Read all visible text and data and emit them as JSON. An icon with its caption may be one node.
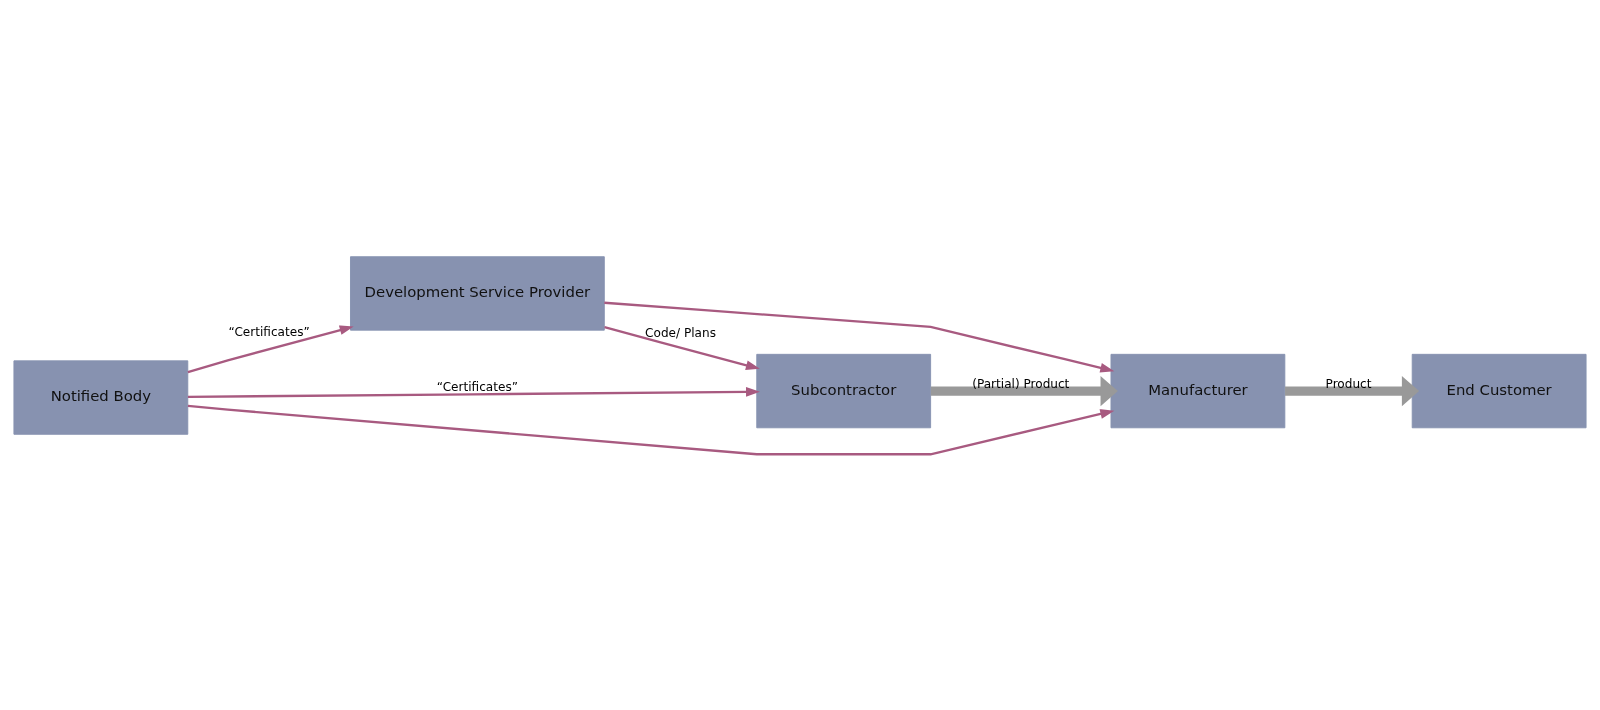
{
  "diagram": {
    "nodes": [
      {
        "text": [
          "Development Service Provider"
        ]
      },
      {
        "text": [
          "Subcontractor"
        ]
      },
      {
        "text": [
          "Manufacturer"
        ]
      },
      {
        "text": [
          "End Customer"
        ]
      },
      {
        "text": [
          "Notified Body"
        ]
      }
    ],
    "edges": [
      {
        "from": 4,
        "to": 0,
        "arrow": "to",
        "label": "“Certificates”"
      },
      {
        "from": 0,
        "to": 1,
        "arrow": "to",
        "label": "Code/ Plans"
      },
      {
        "from": 0,
        "to": 2,
        "arrow": "to"
      },
      {
        "from": 1,
        "to": 2,
        "arrow": "to",
        "label": "(Partial) Product",
        "style": "thick",
        "color": "#999999"
      },
      {
        "from": 2,
        "to": 3,
        "arrow": "to",
        "label": "Product",
        "style": "thick",
        "color": "#999999"
      },
      {
        "from": 4,
        "to": 1,
        "arrow": "to",
        "label": "“Certificates”"
      },
      {
        "from": 4,
        "to": 2,
        "arrow": "to"
      }
    ]
  }
}
